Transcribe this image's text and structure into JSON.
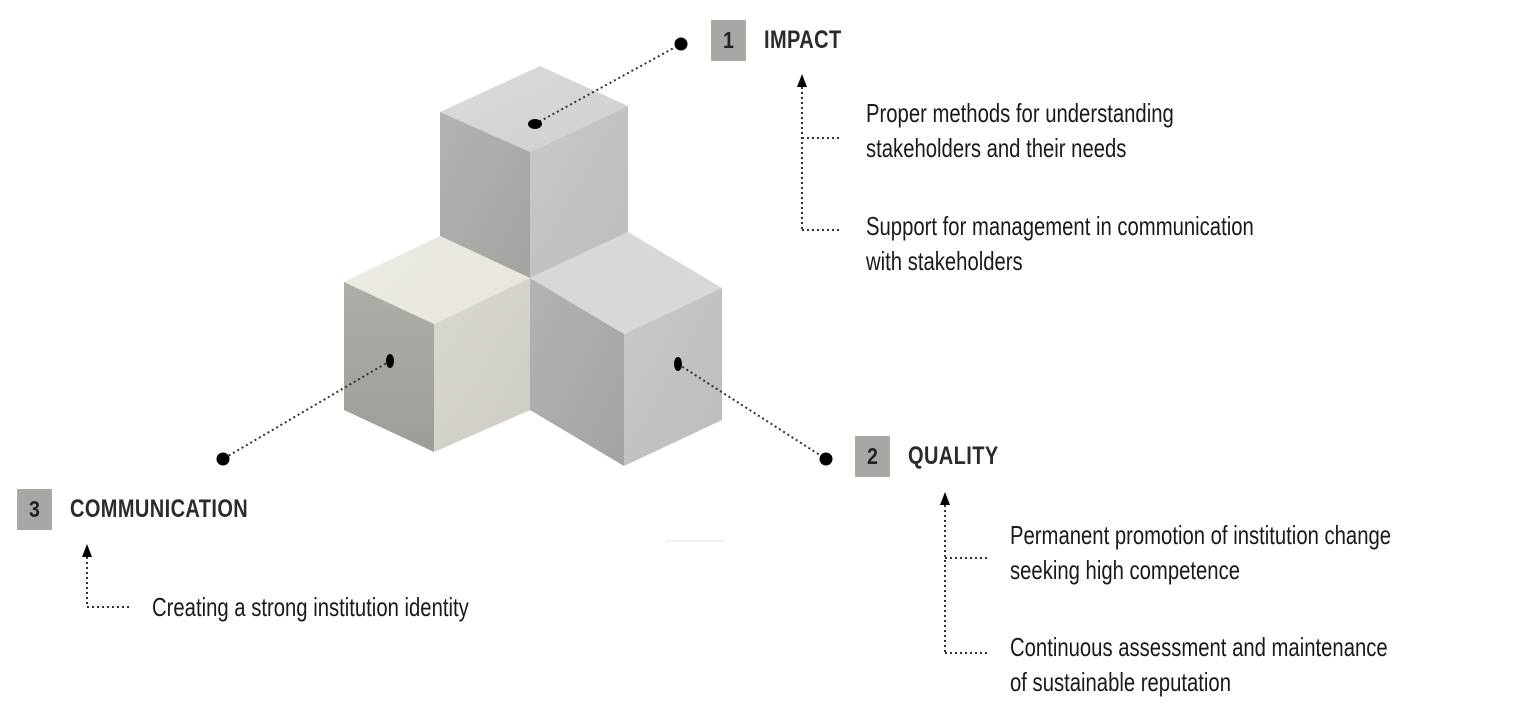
{
  "pillars": [
    {
      "number": "1",
      "title": "IMPACT",
      "items": [
        {
          "line1": "Proper methods for understanding",
          "line2": "stakeholders and their needs"
        },
        {
          "line1": "Support for management in communication",
          "line2": "with stakeholders"
        }
      ]
    },
    {
      "number": "2",
      "title": "QUALITY",
      "items": [
        {
          "line1": "Permanent promotion of institution change",
          "line2": "seeking high competence"
        },
        {
          "line1": "Continuous assessment and maintenance",
          "line2": "of sustainable reputation"
        }
      ]
    },
    {
      "number": "3",
      "title": "COMMUNICATION",
      "items": [
        {
          "line1": "Creating a strong institution identity",
          "line2": ""
        }
      ]
    }
  ],
  "colors": {
    "cube_top": "#d5d5d3",
    "cube_left": "#a9a9a7",
    "cube_right": "#c0c0be",
    "cream_left": "#eae8e1",
    "cream_right": "#bdbbb5",
    "badge": "#a7a7a4",
    "dot": "#000000"
  }
}
